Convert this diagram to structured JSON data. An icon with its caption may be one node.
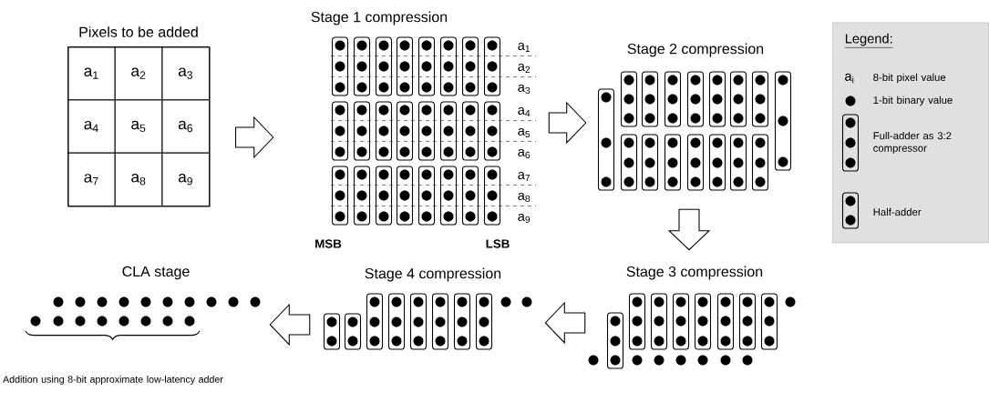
{
  "diagram": {
    "nodes": [
      {
        "text": [
          "Pixels to be added"
        ]
      },
      {
        "text": [
          "a$_{1}$"
        ],
        "in": 0
      },
      {
        "text": [
          "a$_{2}$"
        ],
        "in": 0
      },
      {
        "text": [
          "a$_{3}$"
        ],
        "in": 0
      },
      {
        "text": [
          "a$_{4}$"
        ],
        "in": 0
      },
      {
        "text": [
          "a$_{5}$"
        ],
        "in": 0
      },
      {
        "text": [
          "a$_{6}$"
        ],
        "in": 0
      },
      {
        "text": [
          "a$_{7}$"
        ],
        "in": 0
      },
      {
        "text": [
          "a$_{8}$"
        ],
        "in": 0
      },
      {
        "text": [
          "a$_{9}$"
        ],
        "in": 0
      },
      {
        "text": [
          "Stage 1 compression"
        ]
      },
      {
        "text": [
          "Stage 2 compression"
        ]
      },
      {
        "text": [
          "Stage 3 compression"
        ]
      },
      {
        "text": [
          "Stage 4 compression"
        ]
      },
      {
        "text": [
          "CLA stage"
        ]
      }
    ],
    "edges": [
      {
        "from": 0,
        "to": 10,
        "arrow": "to"
      },
      {
        "from": 10,
        "to": 11,
        "arrow": "to"
      },
      {
        "from": 11,
        "to": 12,
        "arrow": "to"
      },
      {
        "from": 12,
        "to": 13,
        "arrow": "to"
      },
      {
        "from": 13,
        "to": 14,
        "arrow": "to"
      }
    ],
    "labels": [
      "a$_{1}$",
      "a$_{2}$",
      "a$_{3}$",
      "a$_{4}$",
      "a$_{5}$",
      "a$_{6}$",
      "a$_{7}$",
      "a$_{8}$",
      "a$_{9}$",
      "MSB",
      "LSB",
      "Legend:",
      "a$_{i}$",
      "Addition using 8-bit approximate low-latency adder"
    ],
    "legend": [
      {
        "text": "8-bit pixel value"
      },
      {
        "text": "1-bit binary value"
      },
      {
        "text": "Full-adder as 3:2 compressor"
      },
      {
        "text": "Half-adder"
      }
    ]
  }
}
